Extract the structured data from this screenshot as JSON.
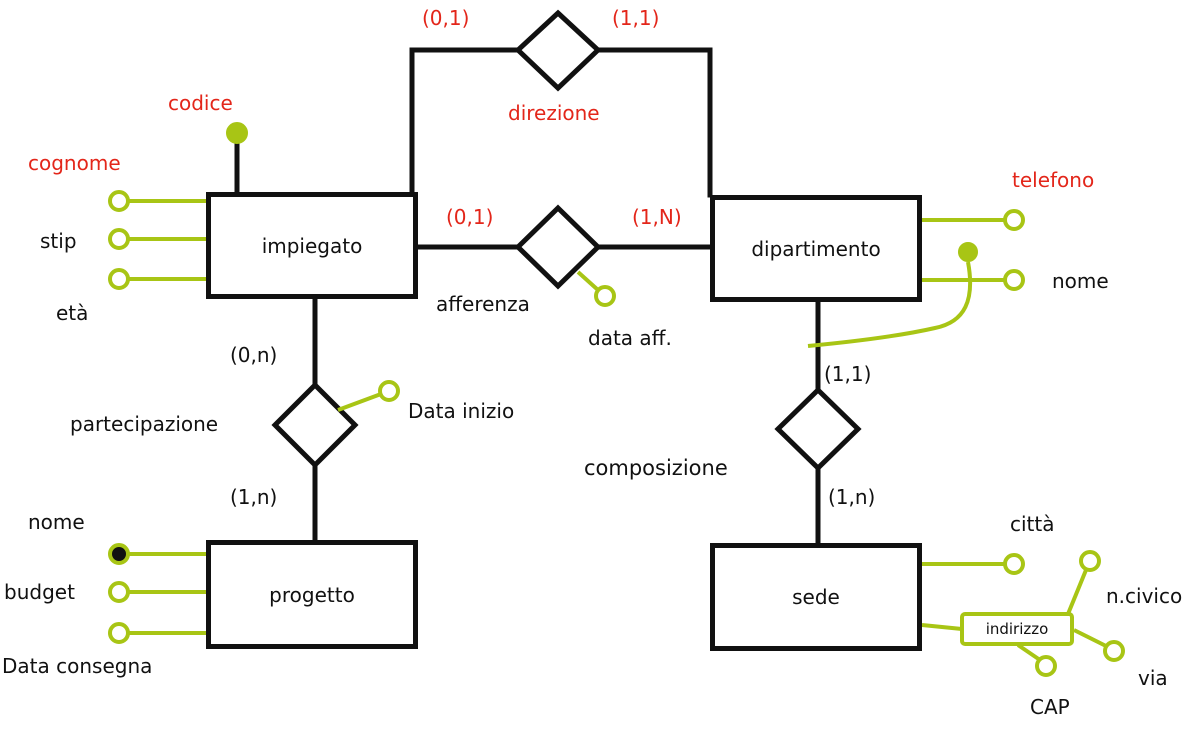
{
  "colors": {
    "line": "#111111",
    "attribute": "#a8c515",
    "highlight": "#e3261a"
  },
  "entities": {
    "impiegato": "impiegato",
    "dipartimento": "dipartimento",
    "progetto": "progetto",
    "sede": "sede"
  },
  "relationships": {
    "direzione": "direzione",
    "afferenza": "afferenza",
    "partecipazione": "partecipazione",
    "composizione": "composizione"
  },
  "cardinalities": {
    "direzione_impiegato": "(0,1)",
    "direzione_dipartimento": "(1,1)",
    "afferenza_impiegato": "(0,1)",
    "afferenza_dipartimento": "(1,N)",
    "partecipazione_impiegato": "(0,n)",
    "partecipazione_progetto": "(1,n)",
    "composizione_dipartimento": "(1,1)",
    "composizione_sede": "(1,n)"
  },
  "attributes": {
    "impiegato": {
      "codice": "codice",
      "cognome": "cognome",
      "stip": "stip",
      "eta": "età"
    },
    "dipartimento": {
      "telefono": "telefono",
      "nome": "nome"
    },
    "progetto": {
      "nome": "nome",
      "budget": "budget",
      "data_consegna": "Data consegna"
    },
    "sede": {
      "citta": "città",
      "indirizzo": "indirizzo",
      "civico": "n.civico",
      "via": "via",
      "cap": "CAP"
    },
    "afferenza": {
      "data_aff": "data aff."
    },
    "partecipazione": {
      "data_inizio": "Data inizio"
    }
  }
}
